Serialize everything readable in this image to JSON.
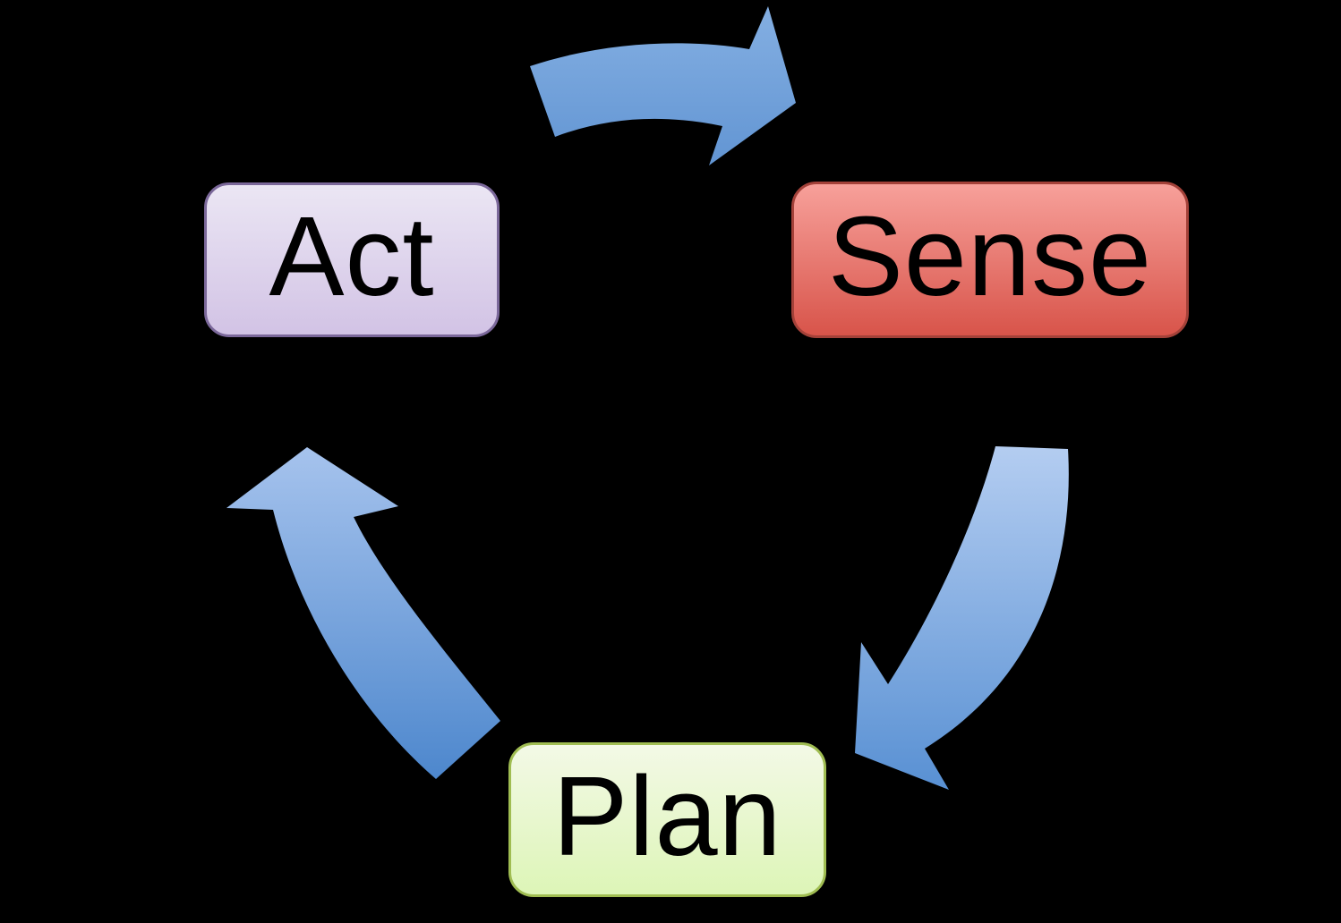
{
  "background_color": "#000000",
  "diagram": {
    "name": "sense-plan-act-cycle",
    "nodes": [
      {
        "id": "act",
        "label": "Act",
        "fill_top": "#ebe6f4",
        "fill_bottom": "#d2c3e5",
        "border_color": "#7b689a",
        "text_color": "#000000"
      },
      {
        "id": "sense",
        "label": "Sense",
        "fill_top": "#f7a09a",
        "fill_bottom": "#d8544a",
        "border_color": "#a34139",
        "text_color": "#000000"
      },
      {
        "id": "plan",
        "label": "Plan",
        "fill_top": "#f3f9e6",
        "fill_bottom": "#ddf5b7",
        "border_color": "#a0bd52",
        "text_color": "#000000"
      }
    ],
    "arrows": [
      {
        "from": "act",
        "to": "sense",
        "color_top": "#84afe2",
        "color_bottom": "#6295d3"
      },
      {
        "from": "sense",
        "to": "plan",
        "color_top": "#b4cdf1",
        "color_bottom": "#5890d3"
      },
      {
        "from": "plan",
        "to": "act",
        "color_top": "#a6c3ed",
        "color_bottom": "#4d87cd"
      }
    ]
  }
}
